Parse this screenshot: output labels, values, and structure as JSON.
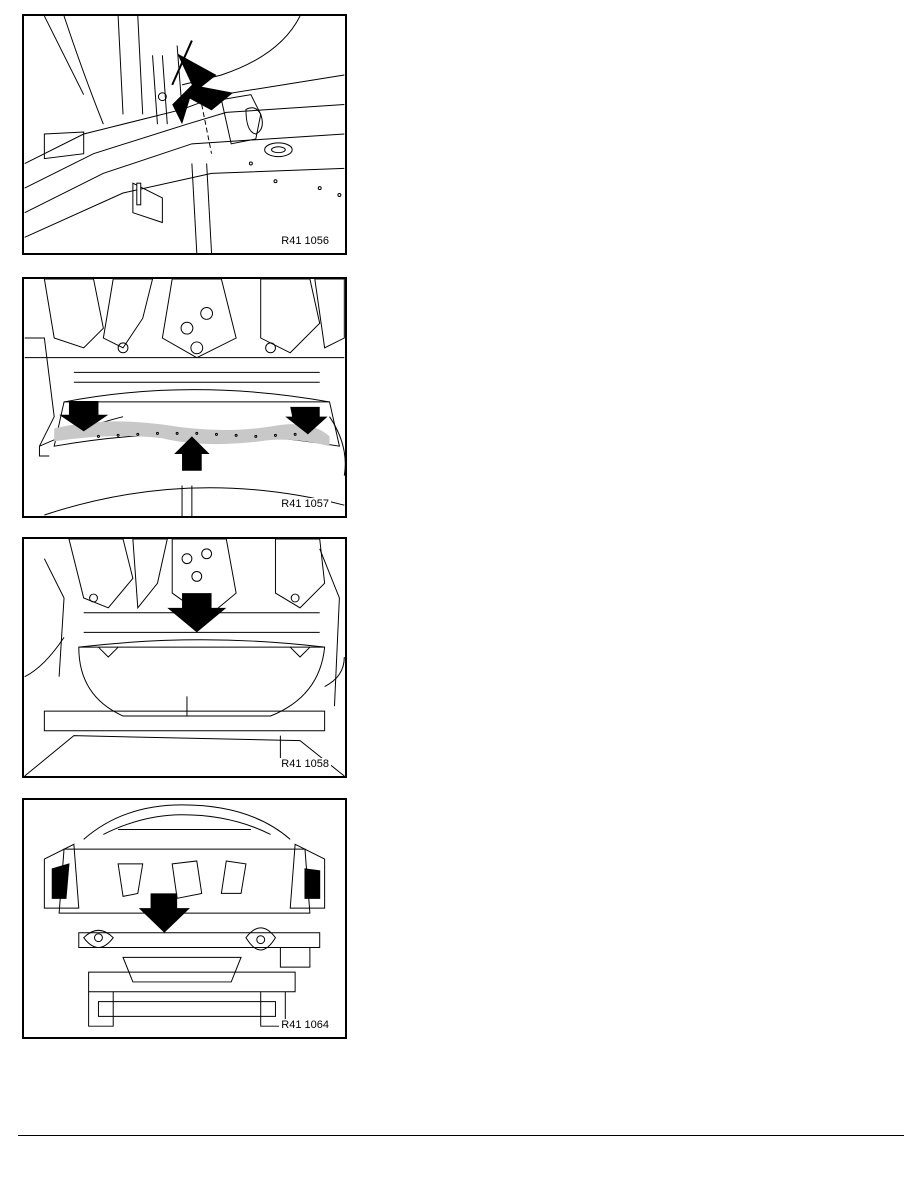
{
  "figures": [
    {
      "label": "R41 1056"
    },
    {
      "label": "R41 1057"
    },
    {
      "label": "R41 1058"
    },
    {
      "label": "R41 1064"
    }
  ],
  "colors": {
    "line": "#000000",
    "highlight": "#c8c8c8",
    "background": "#ffffff"
  }
}
